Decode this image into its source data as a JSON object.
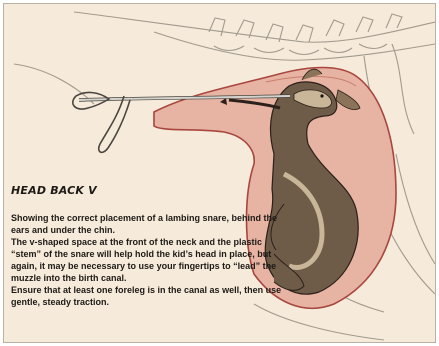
{
  "heading": "HEAD BACK V",
  "paragraphs": [
    "Showing the correct placement of a lambing snare, behind the ears and under the chin.",
    "The v-shaped space at the front of the neck and the plastic “stem” of the snare will help hold the kid’s head in place, but again, it may be necessary to use your fingertips to “lead” the muzzle into the birth canal.",
    "Ensure that at least one foreleg is in the canal as well, then use gentle, steady traction."
  ],
  "colors": {
    "background": "#f6ebda",
    "uterus": "#e7b3a2",
    "uterus_outline": "#a8463f",
    "kid_fur": "#6e5b48",
    "kid_light": "#c9b597",
    "bone_lines": "#a29a8e",
    "snare": "#d4d2cc"
  }
}
